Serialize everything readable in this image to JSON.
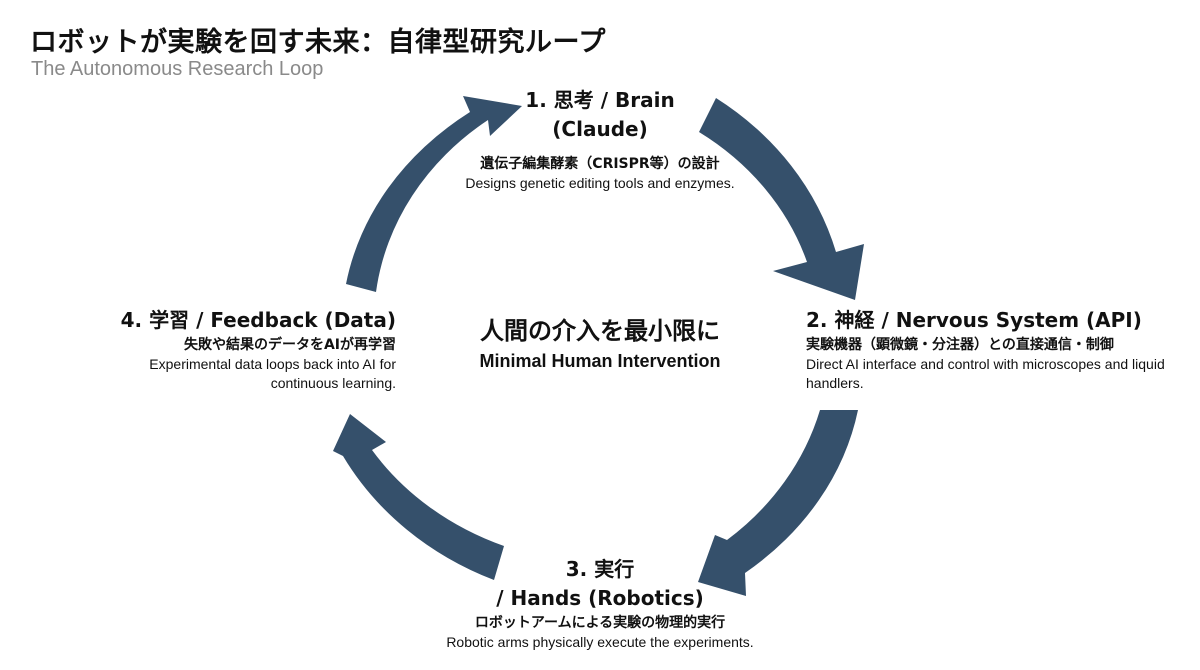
{
  "header": {
    "title": "ロボットが実験を回す未来：自律型研究ループ",
    "subtitle": "The Autonomous Research Loop"
  },
  "center": {
    "title_jp": "人間の介入を最小限に",
    "title_en": "Minimal Human Intervention"
  },
  "nodes": {
    "brain": {
      "title_line1": "1. 思考 / Brain",
      "title_line2": "(Claude)",
      "desc_jp": "遺伝子編集酵素（CRISPR等）の設計",
      "desc_en": "Designs genetic editing tools and enzymes."
    },
    "api": {
      "title": "2. 神経 / Nervous System (API)",
      "desc_jp": "実験機器（顕微鏡・分注器）との直接通信・制御",
      "desc_en": "Direct AI interface and control with microscopes and liquid handlers."
    },
    "hands": {
      "title_line1": "3. 実行",
      "title_line2": "/ Hands (Robotics)",
      "desc_jp": "ロボットアームによる実験の物理的実行",
      "desc_en": "Robotic arms physically execute the experiments."
    },
    "feedback": {
      "title": "4. 学習 / Feedback (Data)",
      "desc_jp": "失敗や結果のデータをAIが再学習",
      "desc_en": "Experimental data loops back into AI for continuous learning."
    }
  },
  "colors": {
    "arrow": "#35506b",
    "title": "#111111",
    "subtitle": "#8a8a8a"
  }
}
